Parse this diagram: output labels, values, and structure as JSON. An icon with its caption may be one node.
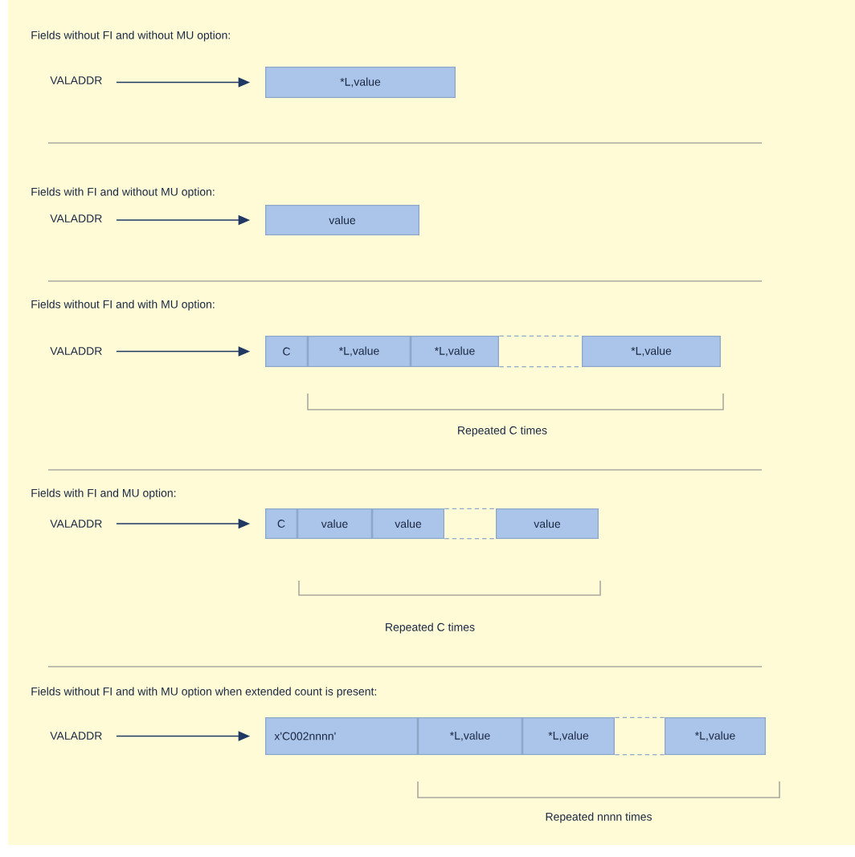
{
  "diagram": {
    "nodes": [
      {
        "text": [
          "VALADDR"
        ]
      },
      {
        "text": [
          "*L,value"
        ]
      },
      {
        "text": [
          "VALADDR"
        ]
      },
      {
        "text": [
          "value"
        ]
      },
      {
        "text": [
          "VALADDR"
        ]
      },
      {
        "text": [
          "C"
        ]
      },
      {
        "text": [
          "*L,value"
        ]
      },
      {
        "text": [
          "*L,value"
        ]
      },
      {
        "text": [],
        "shape": "box"
      },
      {
        "text": [
          "*L,value"
        ]
      },
      {
        "text": [
          "VALADDR"
        ]
      },
      {
        "text": [
          "C"
        ]
      },
      {
        "text": [
          "value"
        ]
      },
      {
        "text": [
          "value"
        ]
      },
      {
        "text": [],
        "shape": "box"
      },
      {
        "text": [
          "value"
        ]
      },
      {
        "text": [
          "VALADDR"
        ]
      },
      {
        "text": [
          "x'C002nnnn'"
        ]
      },
      {
        "text": [
          "*L,value"
        ]
      },
      {
        "text": [
          "*L,value"
        ]
      },
      {
        "text": [],
        "shape": "box"
      },
      {
        "text": [
          "*L,value"
        ]
      }
    ],
    "edges": [
      {
        "from": 0,
        "to": 1,
        "arrow": "to"
      },
      {
        "from": 2,
        "to": 3,
        "arrow": "to"
      },
      {
        "from": 4,
        "to": 5,
        "arrow": "to"
      },
      {
        "from": 10,
        "to": 11,
        "arrow": "to"
      },
      {
        "from": 16,
        "to": 17,
        "arrow": "to"
      }
    ],
    "labels": [
      "Fields without FI and without MU option:",
      "Fields with FI and without MU option:",
      "Fields without FI and with MU option:",
      "Repeated C times",
      "Fields with FI and MU option:",
      "Repeated C times",
      "Fields without FI and with MU option when extended count is present:",
      "Repeated nnnn times"
    ]
  }
}
